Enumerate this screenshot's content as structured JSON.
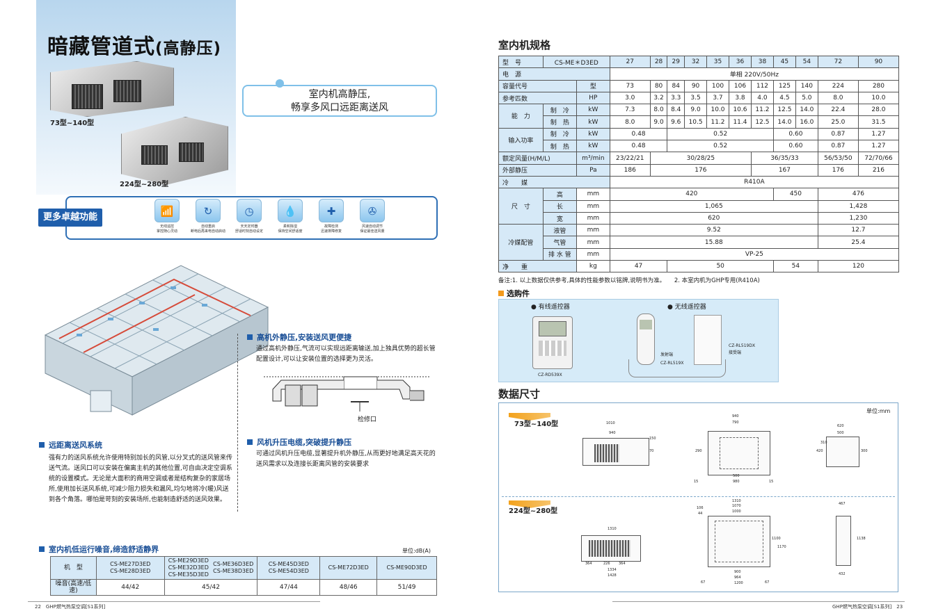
{
  "left": {
    "title_main": "暗藏管道式",
    "title_sub": "(高静压)",
    "model1": "73型~140型",
    "model2": "224型~280型",
    "callout": [
      "室内机高静压,",
      "畅享多风口远距离送风"
    ],
    "features_label": "更多卓越功能",
    "features": [
      {
        "icon": "remote-icon",
        "l1": "无线遥控",
        "l2": "掌控随心灵动"
      },
      {
        "icon": "restart-icon",
        "l1": "自动重启",
        "l2": "断电后再来电自动启动"
      },
      {
        "icon": "clock-icon",
        "l1": "天天定时器",
        "l2": "舒适时刻自动设定"
      },
      {
        "icon": "drain-icon",
        "l1": "柔和除湿",
        "l2": "保持空间舒适度"
      },
      {
        "icon": "check-icon",
        "l1": "故障检测",
        "l2": "迅速排障修复"
      },
      {
        "icon": "fan-icon",
        "l1": "风速自动调节",
        "l2": "保证最佳送风量"
      }
    ],
    "sec1": {
      "title": "远距离送风系统",
      "text": "强有力的送风系统允许使用特别加长的风管,以分叉式的送风管来传送气流。送风口可以安装在偏离主机的其他位置,可自由决定空调系统的设置模式。无论是大面积的商用空调或者是结构复杂的家居场所,使用加长送风系统,可减少阻力损失和漏风,均匀地将冷(暖)风送到各个角落。哪怕是苛刻的安装场所,也能制造舒适的送风效果。"
    },
    "sec2": {
      "title": "高机外静压,安装送风更便捷",
      "text": "通过高机外静压,气流可以实现远距离输送,加上独具优势的超长管配置设计,可以让安装位置的选择更为灵活。",
      "caption": "检修口"
    },
    "sec3": {
      "title": "风机升压电缆,突破提升静压",
      "text": "可通过风机升压电缆,显著提升机外静压,从而更好地满足高天花的送风需求以及连接长距离风管的安装要求"
    },
    "noise": {
      "title": "室内机低运行噪音,缔造舒适静界",
      "unit": "单位:dB(A)",
      "h1": "机　型",
      "h2": "噪音(高速/低速)",
      "models": [
        [
          "CS-ME27D3ED",
          "CS-ME28D3ED"
        ],
        [
          "CS-ME29D3ED",
          "CS-ME32D3ED",
          "CS-ME35D3ED",
          "CS-ME36D3ED",
          "CS-ME38D3ED"
        ],
        [
          "CS-ME45D3ED",
          "CS-ME54D3ED"
        ],
        [
          "CS-ME72D3ED"
        ],
        [
          "CS-ME90D3ED"
        ]
      ],
      "values": [
        "44/42",
        "45/42",
        "47/44",
        "48/46",
        "51/49"
      ]
    },
    "footer_page": "22",
    "footer_text": "GHP燃气热泵空调[S1系列]"
  },
  "right": {
    "spec_title": "室内机规格",
    "spec": {
      "r_type": "型　号",
      "model": "CS-ME＊D3ED",
      "cols": [
        "27",
        "28",
        "29",
        "32",
        "35",
        "36",
        "38",
        "45",
        "54",
        "72",
        "90"
      ],
      "r_power": "电　源",
      "power": "单相 220V/50Hz",
      "r_cap": "容量代号",
      "u_type": "型",
      "cap": [
        "73",
        "80",
        "84",
        "90",
        "100",
        "106",
        "112",
        "125",
        "140",
        "224",
        "280"
      ],
      "r_hp": "参考匹数",
      "u_hp": "HP",
      "hp": [
        "3.0",
        "3.2",
        "3.3",
        "3.5",
        "3.7",
        "3.8",
        "4.0",
        "4.5",
        "5.0",
        "8.0",
        "10.0"
      ],
      "r_ability": "能　力",
      "r_cool": "制　冷",
      "r_heat": "制　热",
      "u_kw": "kW",
      "cool": [
        "7.3",
        "8.0",
        "8.4",
        "9.0",
        "10.0",
        "10.6",
        "11.2",
        "12.5",
        "14.0",
        "22.4",
        "28.0"
      ],
      "heat": [
        "8.0",
        "9.0",
        "9.6",
        "10.5",
        "11.2",
        "11.4",
        "12.5",
        "14.0",
        "16.0",
        "25.0",
        "31.5"
      ],
      "r_input": "输入功率",
      "in_c": [
        "0.48",
        "0.52",
        "0.60",
        "0.87",
        "1.27"
      ],
      "in_h": [
        "0.48",
        "0.52",
        "0.60",
        "0.87",
        "1.27"
      ],
      "r_air": "额定风量(H/M/L)",
      "u_air": "m³/min",
      "air": [
        "23/22/21",
        "30/28/25",
        "36/35/33",
        "56/53/50",
        "72/70/66"
      ],
      "r_esp": "外部静压",
      "u_pa": "Pa",
      "esp": [
        "186",
        "176",
        "167",
        "176",
        "216"
      ],
      "r_ref": "冷　　媒",
      "ref": "R410A",
      "r_size": "尺　寸",
      "r_h": "高",
      "r_l": "长",
      "r_w": "宽",
      "u_mm": "mm",
      "h": [
        "420",
        "450",
        "476"
      ],
      "l": [
        "1,065",
        "1,428"
      ],
      "w": [
        "620",
        "1,230"
      ],
      "r_pipe": "冷媒配管",
      "r_liq": "液管",
      "r_gas": "气管",
      "r_drain": "排 水 管",
      "liq": [
        "9.52",
        "12.7"
      ],
      "gas": [
        "15.88",
        "25.4"
      ],
      "drain": "VP-25",
      "r_wt": "净　　重",
      "u_kg": "kg",
      "wt": [
        "47",
        "50",
        "54",
        "120"
      ]
    },
    "note": "备注:1. 以上数据仅供参考,具体的性能参数以铭牌,说明书为准。　　2. 本室内机为GHP专用(R410A)",
    "opt_title": "选购件",
    "opt_wired": "有线遥控器",
    "opt_wireless": "无线遥控器",
    "opt_c1": "CZ-RD539X",
    "opt_c2a": "发射端",
    "opt_c2b": "CZ-RL519X",
    "opt_c3a": "CZ-RL519DX",
    "opt_c3b": "接受端",
    "dim_title": "数据尺寸",
    "dim_unit": "单位:mm",
    "dim_a": "73型~140型",
    "dim_b": "224型~280型",
    "da": [
      "1010",
      "940",
      "940",
      "790",
      "620",
      "500",
      "500",
      "980",
      "15",
      "15",
      "150",
      "70",
      "290",
      "420",
      "310",
      "300"
    ],
    "db": [
      "1310",
      "1310",
      "1070",
      "1000",
      "106",
      "44",
      "364",
      "226",
      "364",
      "1334",
      "1428",
      "900",
      "964",
      "1200",
      "67",
      "67",
      "467",
      "432",
      "1100",
      "1170",
      "1138"
    ],
    "footer_page": "23",
    "footer_text": "GHP燃气热泵空调[S1系列]"
  }
}
